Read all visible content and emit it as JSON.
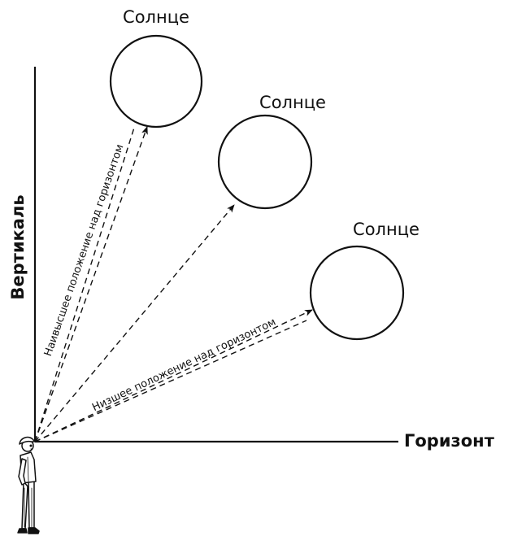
{
  "axes": {
    "vertical_label": "Вертикаль",
    "horizon_label": "Горизонт"
  },
  "suns": [
    {
      "label": "Солнце"
    },
    {
      "label": "Солнце"
    },
    {
      "label": "Солнце"
    }
  ],
  "rays": {
    "highest_label": "Наивысшее положение над горизонтом",
    "lowest_label": "Низшее положение над горизонтом"
  },
  "observer": {
    "icon": "person-observer-icon"
  },
  "colors": {
    "line": "#111111",
    "background": "#ffffff"
  }
}
